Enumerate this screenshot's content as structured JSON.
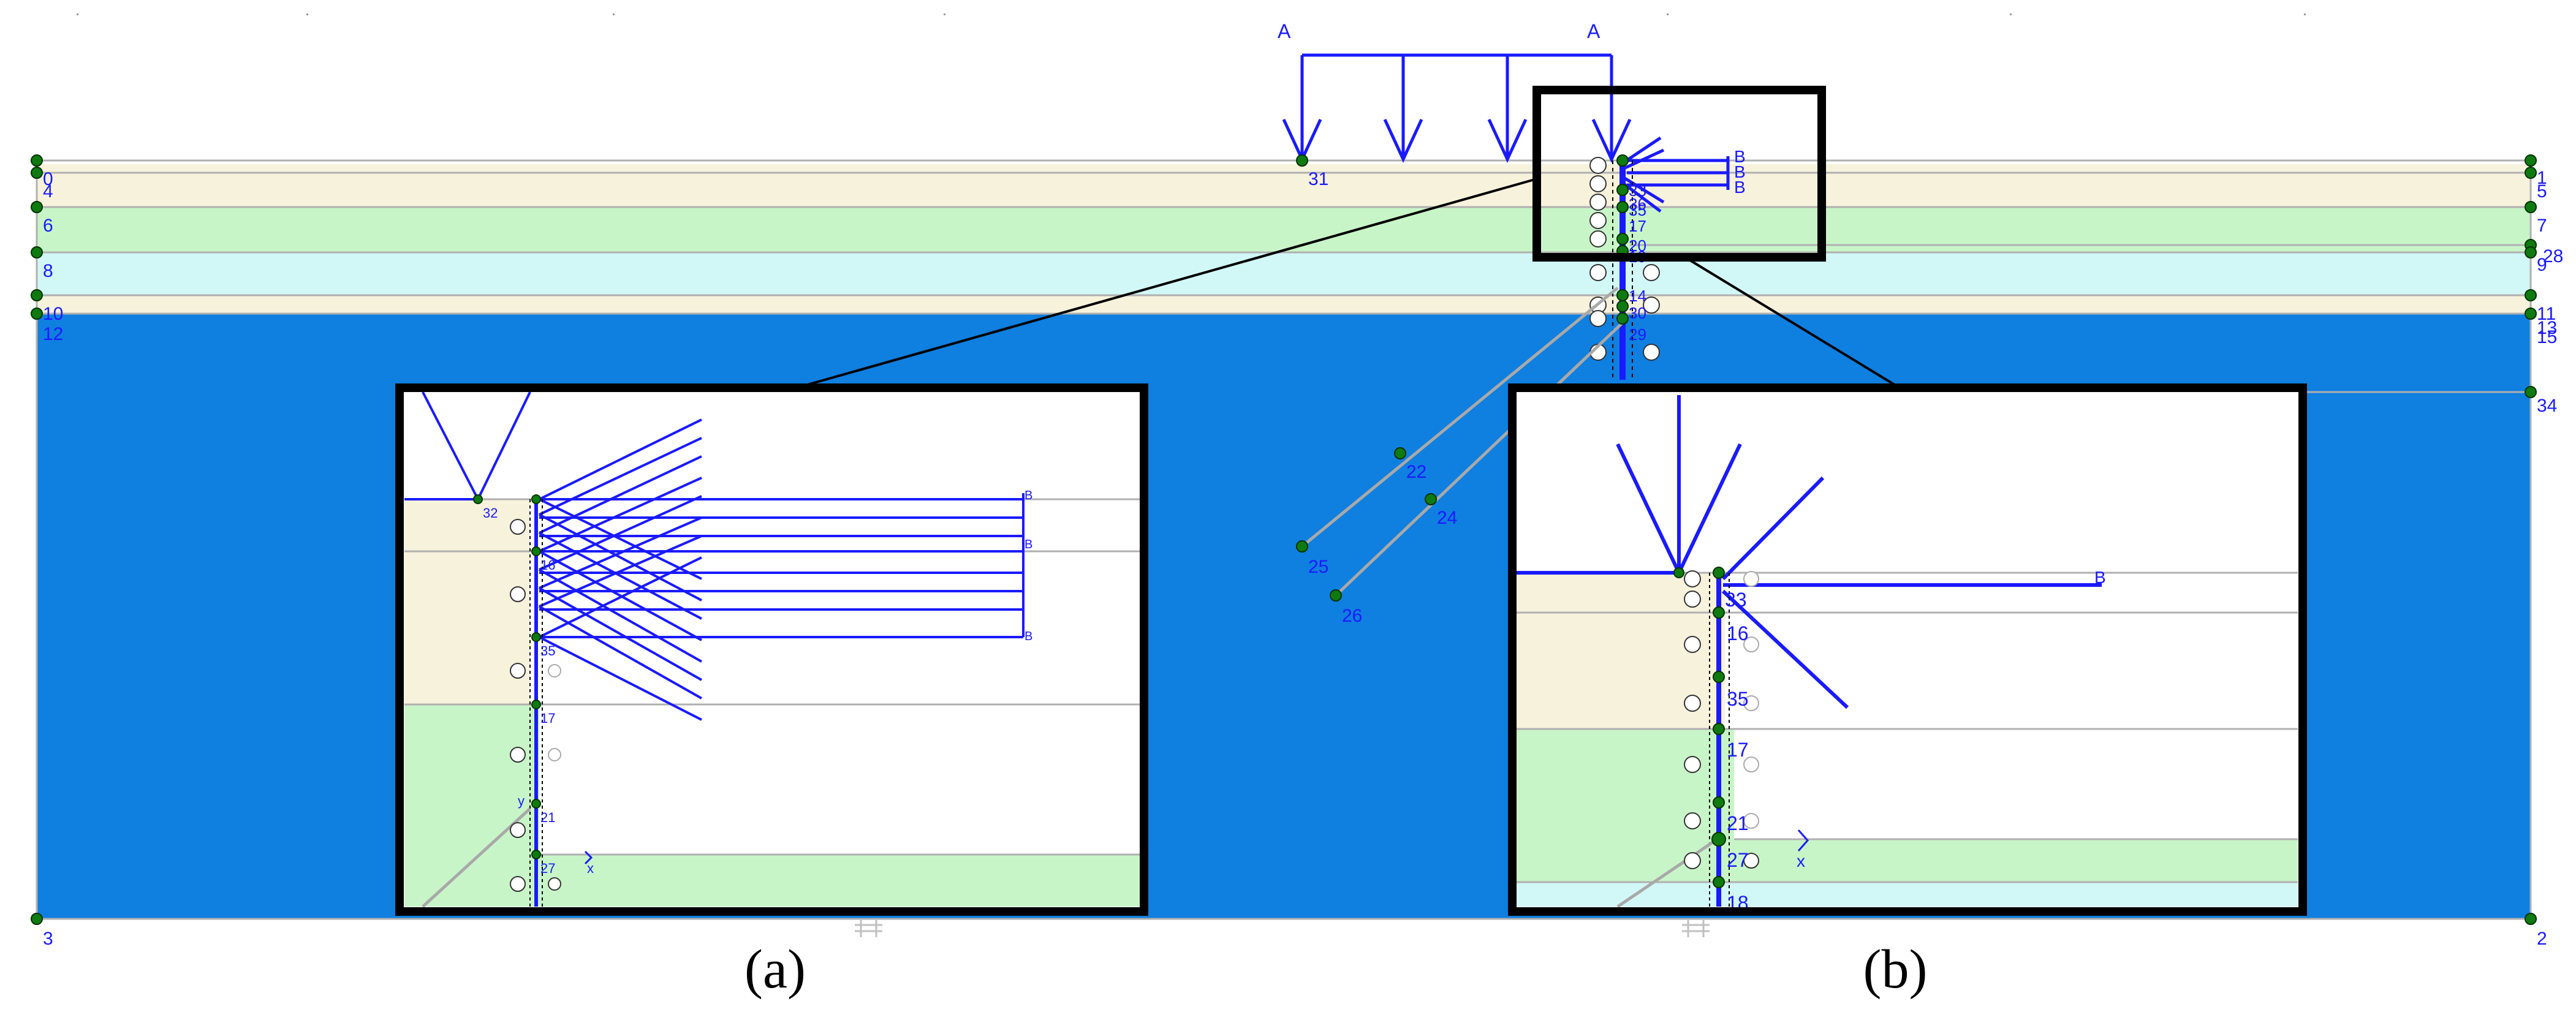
{
  "load_label_a": "A",
  "load_label_b": "B",
  "main_nodes": [
    "0",
    "4",
    "6",
    "8",
    "10",
    "12",
    "3",
    "1",
    "5",
    "7",
    "28",
    "9",
    "11",
    "13",
    "15",
    "34",
    "2",
    "31",
    "22",
    "24",
    "25",
    "26",
    "33",
    "36",
    "35",
    "17",
    "20",
    "19",
    "14",
    "30",
    "29"
  ],
  "inset_a": {
    "caption": "(a)",
    "node_labels": [
      "32",
      "16",
      "35",
      "17",
      "21",
      "27"
    ],
    "axis_y": "y",
    "axis_x": "x"
  },
  "inset_b": {
    "caption": "(b)",
    "node_labels": [
      "33",
      "16",
      "35",
      "17",
      "21",
      "27",
      "18"
    ],
    "axis_x": "x"
  },
  "colors": {
    "soil_blue": "#0f7fe0",
    "layer_cream": "#f7f2dc",
    "layer_green": "#c8f5c8",
    "layer_cyan": "#d2f7f7",
    "element_blue": "#1a1aff",
    "node_green": "#0f7a0f"
  }
}
